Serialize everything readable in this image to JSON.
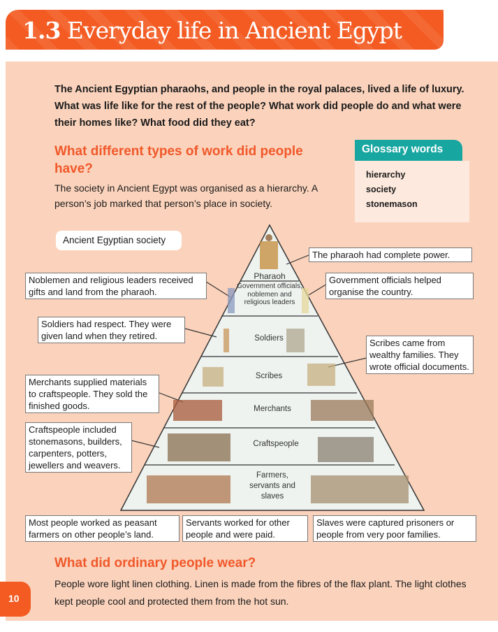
{
  "title": {
    "number": "1.3",
    "text": "Everyday life in Ancient Egypt"
  },
  "intro": "The Ancient Egyptian pharaohs, and people in the royal palaces, lived a life of luxury. What was life like for the rest of the people? What work did people do and what were their homes like? What food did they eat?",
  "section1": {
    "heading": "What different types of work did people have?",
    "body": "The society in Ancient Egypt was organised as a hierarchy. A person’s job marked that person’s place in society."
  },
  "glossary": {
    "heading": "Glossary words",
    "words": [
      "hierarchy",
      "society",
      "stonemason"
    ]
  },
  "diagram": {
    "title": "Ancient Egyptian society",
    "tiers": [
      "Pharaoh",
      "Government officials, noblemen and religious leaders",
      "Soldiers",
      "Scribes",
      "Merchants",
      "Craftspeople",
      "Farmers, servants and slaves"
    ],
    "callouts": {
      "pharaoh": "The pharaoh had complete power.",
      "noblemen": "Noblemen and religious leaders received gifts and land from the pharaoh.",
      "officials": "Government officials helped organise the country.",
      "soldiers": "Soldiers had respect. They were given land when they retired.",
      "scribes": "Scribes came from wealthy families. They wrote official documents.",
      "merchants": "Merchants supplied materials to craftspeople. They sold the finished goods.",
      "craftspeople": "Craftspeople included stonemasons, builders, carpenters, potters, jewellers and weavers.",
      "farmers": "Most people worked as peasant farmers on other people’s land.",
      "servants": "Servants worked for other people and were paid.",
      "slaves": "Slaves were captured prisoners or people from very poor families."
    }
  },
  "section2": {
    "heading": "What did ordinary people wear?",
    "body": "People wore light linen clothing. Linen is made from the fibres of the flax plant. The light clothes kept people cool and protected them from the hot sun."
  },
  "page_number": "10",
  "colors": {
    "accent": "#F35B22",
    "page": "#FBD3BC",
    "glossary": "#18A6A0"
  }
}
